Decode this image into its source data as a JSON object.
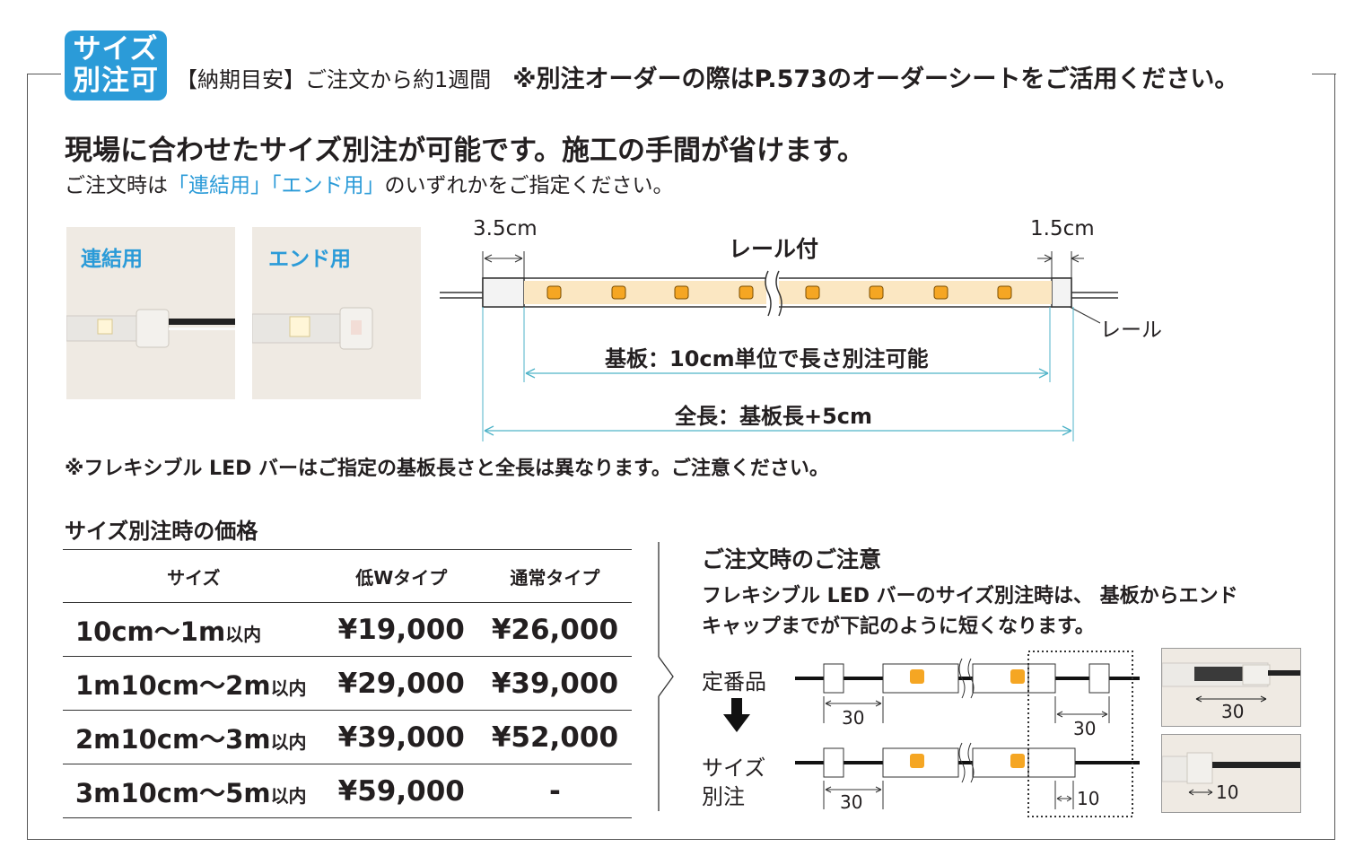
{
  "badge": {
    "line1": "サイズ",
    "line2": "別注可"
  },
  "header": {
    "delivery": "【納期目安】ご注文から約1週間",
    "order_note": "※別注オーダーの際はP.573のオーダーシートをご活用ください。"
  },
  "headline": "現場に合わせたサイズ別注が可能です。施工の手間が省けます。",
  "subline": {
    "pre": "ご注文時は",
    "opt1": "「連結用」",
    "opt2": "「エンド用」",
    "post": "のいずれかをご指定ください。"
  },
  "photos": {
    "connect_label": "連結用",
    "end_label": "エンド用"
  },
  "diagram": {
    "left_dim": "3.5cm",
    "right_dim": "1.5cm",
    "rail_title": "レール付",
    "rail_label": "レール",
    "board_label": "基板：10cm単位で長さ別注可能",
    "total_label": "全長：基板長+5cm",
    "led_color": "#f5a623",
    "dim_color": "#4fb3c8"
  },
  "note": "※フレキシブル LED バーはご指定の基板長さと全長は異なります。ご注意ください。",
  "price": {
    "title": "サイズ別注時の価格",
    "headers": [
      "サイズ",
      "低Wタイプ",
      "通常タイプ"
    ],
    "rows": [
      {
        "size": "10cm～1m",
        "unit": "以内",
        "low": "¥19,000",
        "normal": "¥26,000"
      },
      {
        "size": "1m10cm～2m",
        "unit": "以内",
        "low": "¥29,000",
        "normal": "¥39,000"
      },
      {
        "size": "2m10cm～3m",
        "unit": "以内",
        "low": "¥39,000",
        "normal": "¥52,000"
      },
      {
        "size": "3m10cm～5m",
        "unit": "以内",
        "low": "¥59,000",
        "normal": "-"
      }
    ]
  },
  "caution": {
    "title": "ご注文時のご注意",
    "body_line1": "フレキシブル LED バーのサイズ別注時は、 基板からエンド",
    "body_line2": "キャップまでが下記のように短くなります。",
    "standard_label": "定番品",
    "custom_label1": "サイズ",
    "custom_label2": "別注",
    "dim_30a": "30",
    "dim_30b": "30",
    "dim_30c": "30",
    "dim_30d": "30",
    "dim_10a": "10",
    "dim_10b": "10"
  }
}
